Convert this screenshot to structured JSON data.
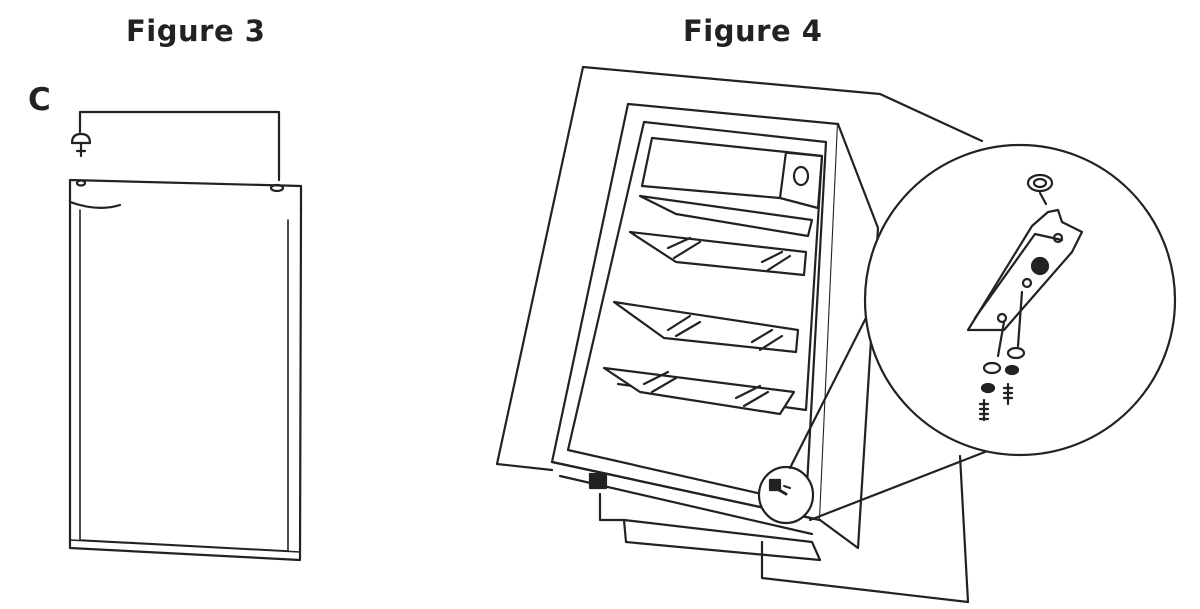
{
  "figures": [
    {
      "title": "Figure 3",
      "callout_label": "C"
    },
    {
      "title": "Figure 4"
    }
  ],
  "colors": {
    "line": "#222222",
    "fill": "#ffffff"
  }
}
